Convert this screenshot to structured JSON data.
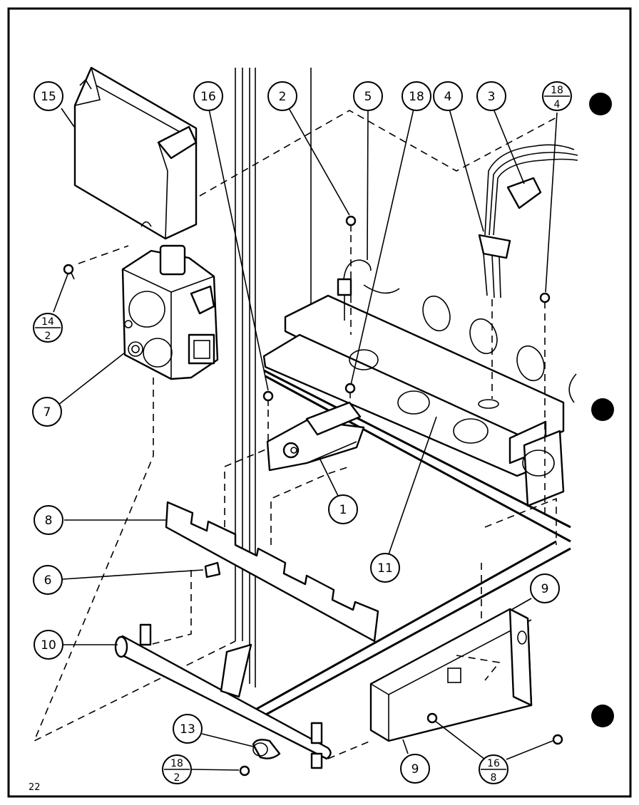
{
  "page": {
    "number": "22"
  },
  "callouts": {
    "c15": "15",
    "c16": "16",
    "c2": "2",
    "c5": "5",
    "c18": "18",
    "c4": "4",
    "c3": "3",
    "c7": "7",
    "c1": "1",
    "c8": "8",
    "c6": "6",
    "c11": "11",
    "c9a": "9",
    "c10": "10",
    "c13": "13",
    "c9b": "9"
  },
  "fraction_callouts": {
    "f14_2": {
      "top": "14",
      "bottom": "2"
    },
    "f18_4": {
      "top": "18",
      "bottom": "4"
    },
    "f18_2": {
      "top": "18",
      "bottom": "2"
    },
    "f16_8": {
      "top": "16",
      "bottom": "8"
    }
  }
}
